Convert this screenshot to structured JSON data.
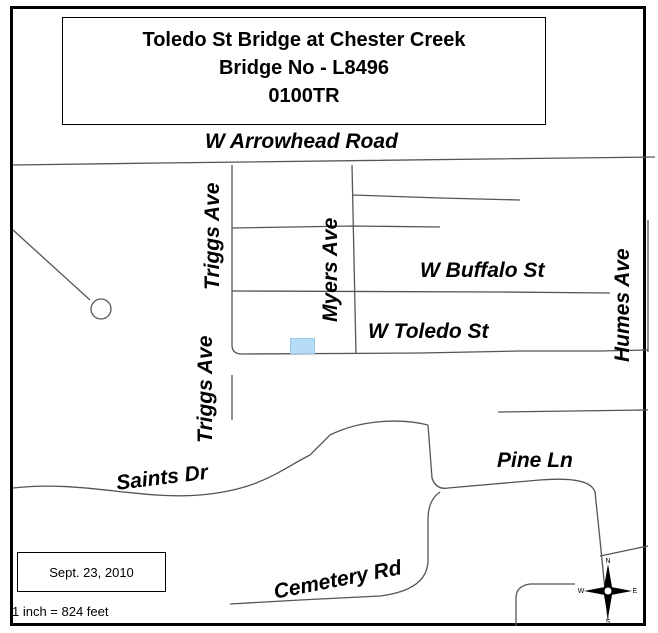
{
  "title": {
    "line1": "Toledo St Bridge at Chester Creek",
    "line2": "Bridge No - L8496",
    "line3": "0100TR"
  },
  "streets": {
    "arrowhead": "W Arrowhead Road",
    "triggs_upper": "Triggs Ave",
    "triggs_lower": "Triggs Ave",
    "myers": "Myers Ave",
    "buffalo": "W Buffalo St",
    "toledo": "W Toledo St",
    "humes": "Humes Ave",
    "saints": "Saints Dr",
    "pine": "Pine Ln",
    "cemetery": "Cemetery Rd"
  },
  "date": "Sept. 23, 2010",
  "scale": "1 inch = 824 feet",
  "compass": {
    "n": "N",
    "s": "S",
    "e": "E",
    "w": "W"
  },
  "colors": {
    "bridge": "#b7dcf5",
    "roads": "#555555"
  }
}
